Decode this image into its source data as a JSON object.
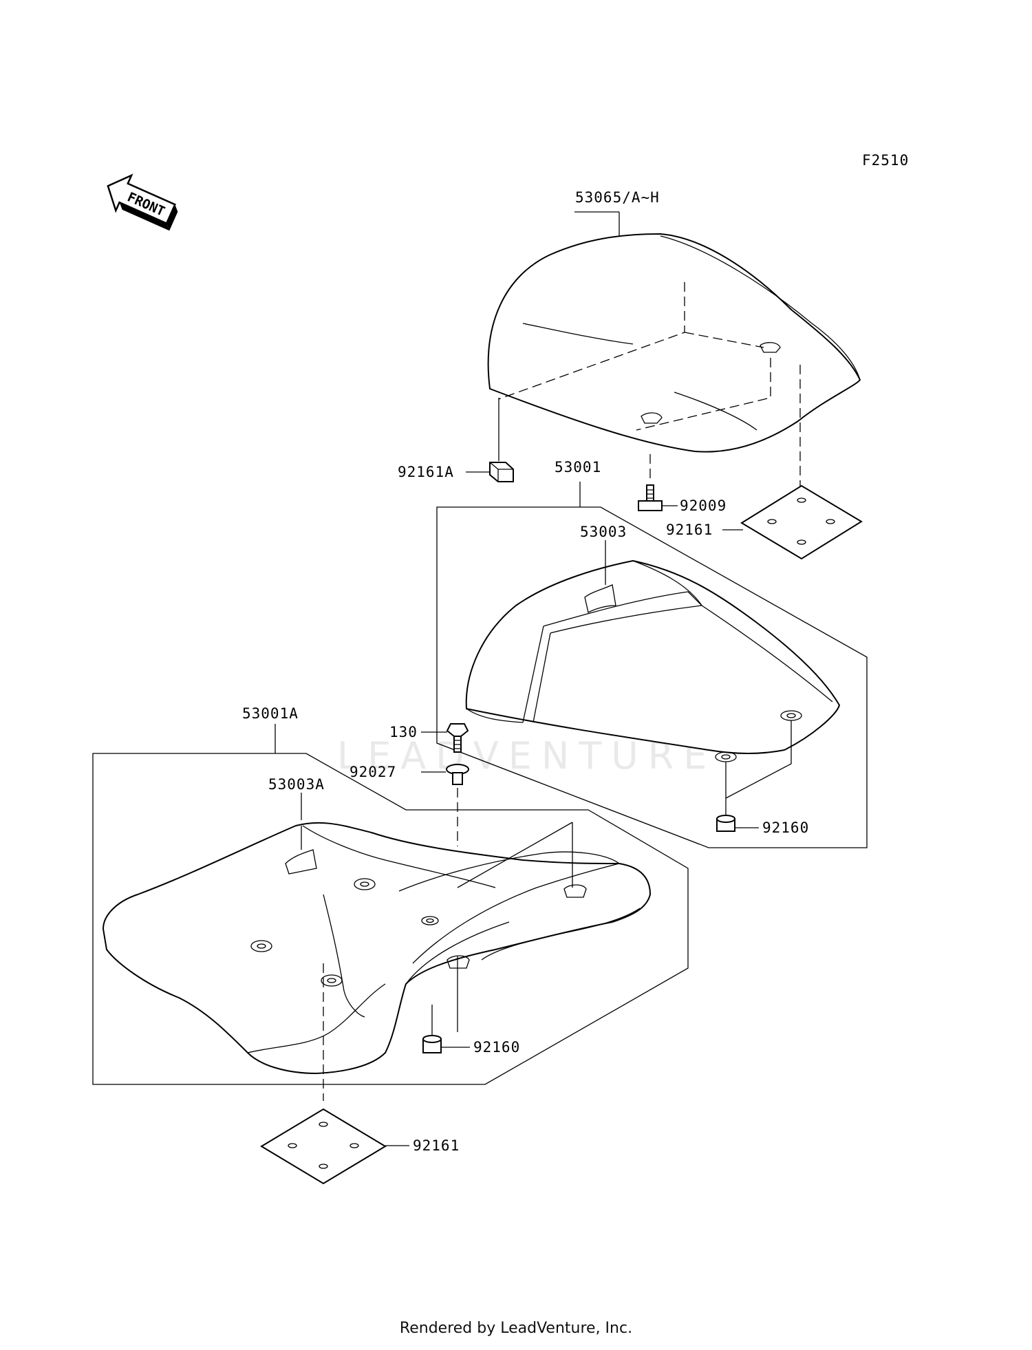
{
  "figure_code": "F2510",
  "front_arrow_text": "FRONT",
  "watermark_text": "LEADVENTURE",
  "footer_text": "Rendered by LeadVenture, Inc.",
  "callouts": {
    "seat_cover": "53065/A~H",
    "rubber_block": "92161A",
    "rear_seat_assy": "53001",
    "rear_seat_skin": "53003",
    "bolt_rear": "92009",
    "damper_rear": "92161",
    "front_seat_assy": "53001A",
    "front_seat_skin": "53003A",
    "bolt_front": "130",
    "collar": "92027",
    "bushing_rear": "92160",
    "bushing_front": "92160",
    "damper_front": "92161"
  }
}
